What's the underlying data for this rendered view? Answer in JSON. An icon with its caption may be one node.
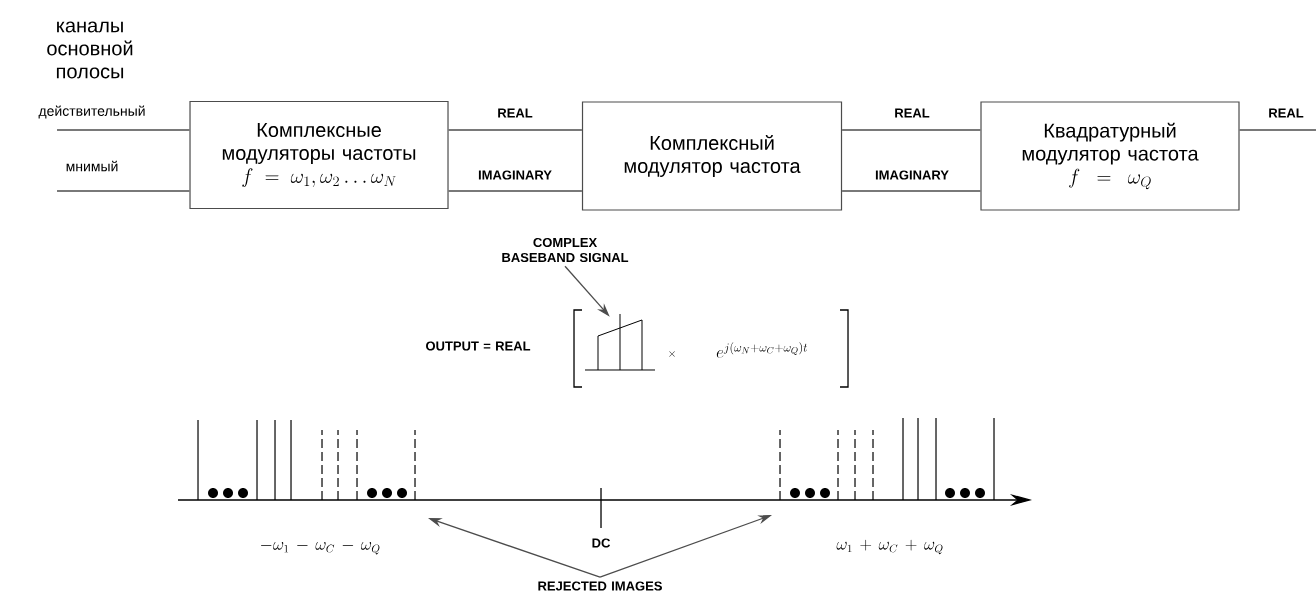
{
  "diagram": {
    "nodes": [
      {
        "text": [
          "Комплексные модуляторы частоты",
          "f = \\omega_1, \\omega_2 \\ldots \\omega_N"
        ]
      },
      {
        "text": [
          "Комплексный модулятор частота"
        ]
      },
      {
        "text": [
          "Квадратурный модулятор частота",
          "f = \\omega_Q"
        ]
      },
      {
        "text": [
          "COMPLEX BASEBAND SIGNAL"
        ]
      },
      {
        "text": [],
        "shape": "picture"
      },
      {
        "text": [
          "REJECTED IMAGES"
        ]
      }
    ],
    "edges": [
      {
        "from": null,
        "to": 0,
        "arrow": "none",
        "label": "действительный"
      },
      {
        "from": null,
        "to": 0,
        "arrow": "none",
        "label": "мнимый"
      },
      {
        "from": 0,
        "to": 1,
        "arrow": "none",
        "label": "REAL"
      },
      {
        "from": 0,
        "to": 1,
        "arrow": "none",
        "label": "IMAGINARY"
      },
      {
        "from": 1,
        "to": 2,
        "arrow": "none",
        "label": "REAL"
      },
      {
        "from": 1,
        "to": 2,
        "arrow": "none",
        "label": "IMAGINARY"
      },
      {
        "from": 2,
        "to": null,
        "arrow": "none",
        "label": "REAL"
      },
      {
        "from": 3,
        "to": 4,
        "arrow": "to"
      },
      {
        "from": 5,
        "to": null,
        "arrow": "to"
      },
      {
        "from": 5,
        "to": null,
        "arrow": "to"
      }
    ],
    "labels": [
      "каналы основной полосы",
      "OUTPUT = REAL",
      "\\times",
      "e^{j(\\omega_N + \\omega_C + \\omega_Q)t}",
      "DC",
      "-\\omega_1 - \\omega_C - \\omega_Q",
      "\\omega_1 + \\omega_C + \\omega_Q"
    ]
  }
}
